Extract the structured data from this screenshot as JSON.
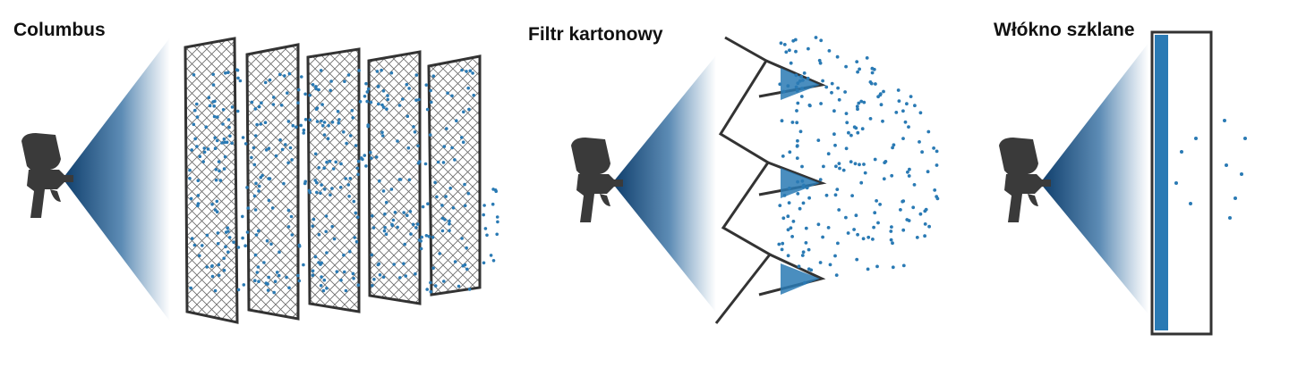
{
  "panels": [
    {
      "id": "columbus",
      "title": "Columbus",
      "filter_type": "multi-layer-mesh-panels",
      "panel_count": 5
    },
    {
      "id": "cardboard",
      "title": "Filtr kartonowy",
      "filter_type": "cardboard-pleated-pockets",
      "pocket_count": 3
    },
    {
      "id": "fiberglass",
      "title": "Włókno szklane",
      "filter_type": "fiberglass-mat"
    }
  ],
  "icons": [
    "spray-gun-icon"
  ],
  "colors": {
    "particle": "#2a7ab4",
    "spray_dark": "#0e3d6b",
    "spray_light": "#ffffff",
    "frame": "#333333",
    "gun": "#3a3a3a"
  }
}
